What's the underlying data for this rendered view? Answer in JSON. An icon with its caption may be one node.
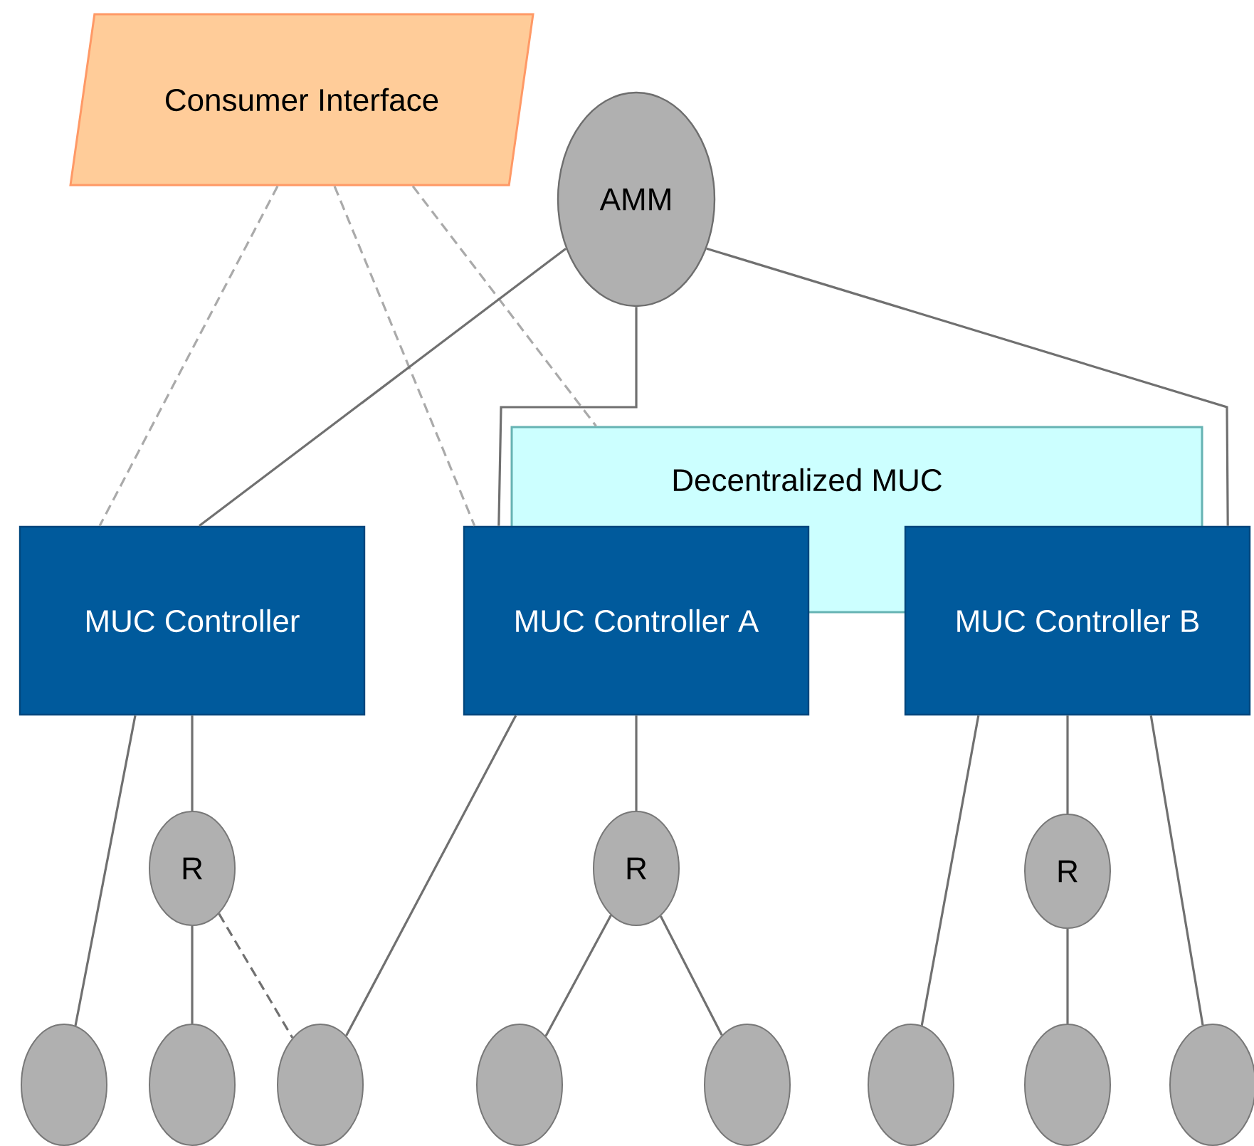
{
  "diagram": {
    "nodes": [
      {
        "text": [
          "Consumer Interface"
        ]
      },
      {
        "text": [
          "AMM"
        ]
      },
      {
        "text": [
          "Decentralized MUC"
        ]
      },
      {
        "text": [
          "MUC Controller"
        ]
      },
      {
        "text": [
          "MUC Controller A"
        ]
      },
      {
        "text": [
          "MUC Controller B"
        ]
      },
      {
        "text": [
          "R"
        ]
      },
      {
        "text": [
          "R"
        ]
      },
      {
        "text": [
          "R"
        ]
      },
      {
        "text": [],
        "shape": "circle"
      },
      {
        "text": [],
        "shape": "circle"
      },
      {
        "text": [],
        "shape": "circle"
      },
      {
        "text": [],
        "shape": "circle"
      },
      {
        "text": [],
        "shape": "circle"
      },
      {
        "text": [],
        "shape": "circle"
      },
      {
        "text": [],
        "shape": "circle"
      },
      {
        "text": [],
        "shape": "circle"
      }
    ],
    "edges": [
      {
        "from": 0,
        "to": 3,
        "arrow": "none",
        "style": "dashed",
        "color": "#aaaaaa"
      },
      {
        "from": 0,
        "to": 4,
        "arrow": "none",
        "style": "dashed",
        "color": "#aaaaaa"
      },
      {
        "from": 0,
        "to": 2,
        "arrow": "none",
        "style": "dashed",
        "color": "#aaaaaa"
      },
      {
        "from": 1,
        "to": 3,
        "arrow": "none"
      },
      {
        "from": 1,
        "to": 4,
        "arrow": "none"
      },
      {
        "from": 1,
        "to": 5,
        "arrow": "none"
      },
      {
        "from": 3,
        "to": 9,
        "arrow": "none"
      },
      {
        "from": 3,
        "to": 6,
        "arrow": "none"
      },
      {
        "from": 6,
        "to": 10,
        "arrow": "none"
      },
      {
        "from": 6,
        "to": 11,
        "arrow": "none",
        "style": "dashed"
      },
      {
        "from": 4,
        "to": 11,
        "arrow": "none"
      },
      {
        "from": 4,
        "to": 7,
        "arrow": "none"
      },
      {
        "from": 7,
        "to": 12,
        "arrow": "none"
      },
      {
        "from": 7,
        "to": 13,
        "arrow": "none"
      },
      {
        "from": 5,
        "to": 14,
        "arrow": "none"
      },
      {
        "from": 5,
        "to": 8,
        "arrow": "none"
      },
      {
        "from": 8,
        "to": 15,
        "arrow": "none"
      },
      {
        "from": 5,
        "to": 16,
        "arrow": "none"
      }
    ]
  }
}
